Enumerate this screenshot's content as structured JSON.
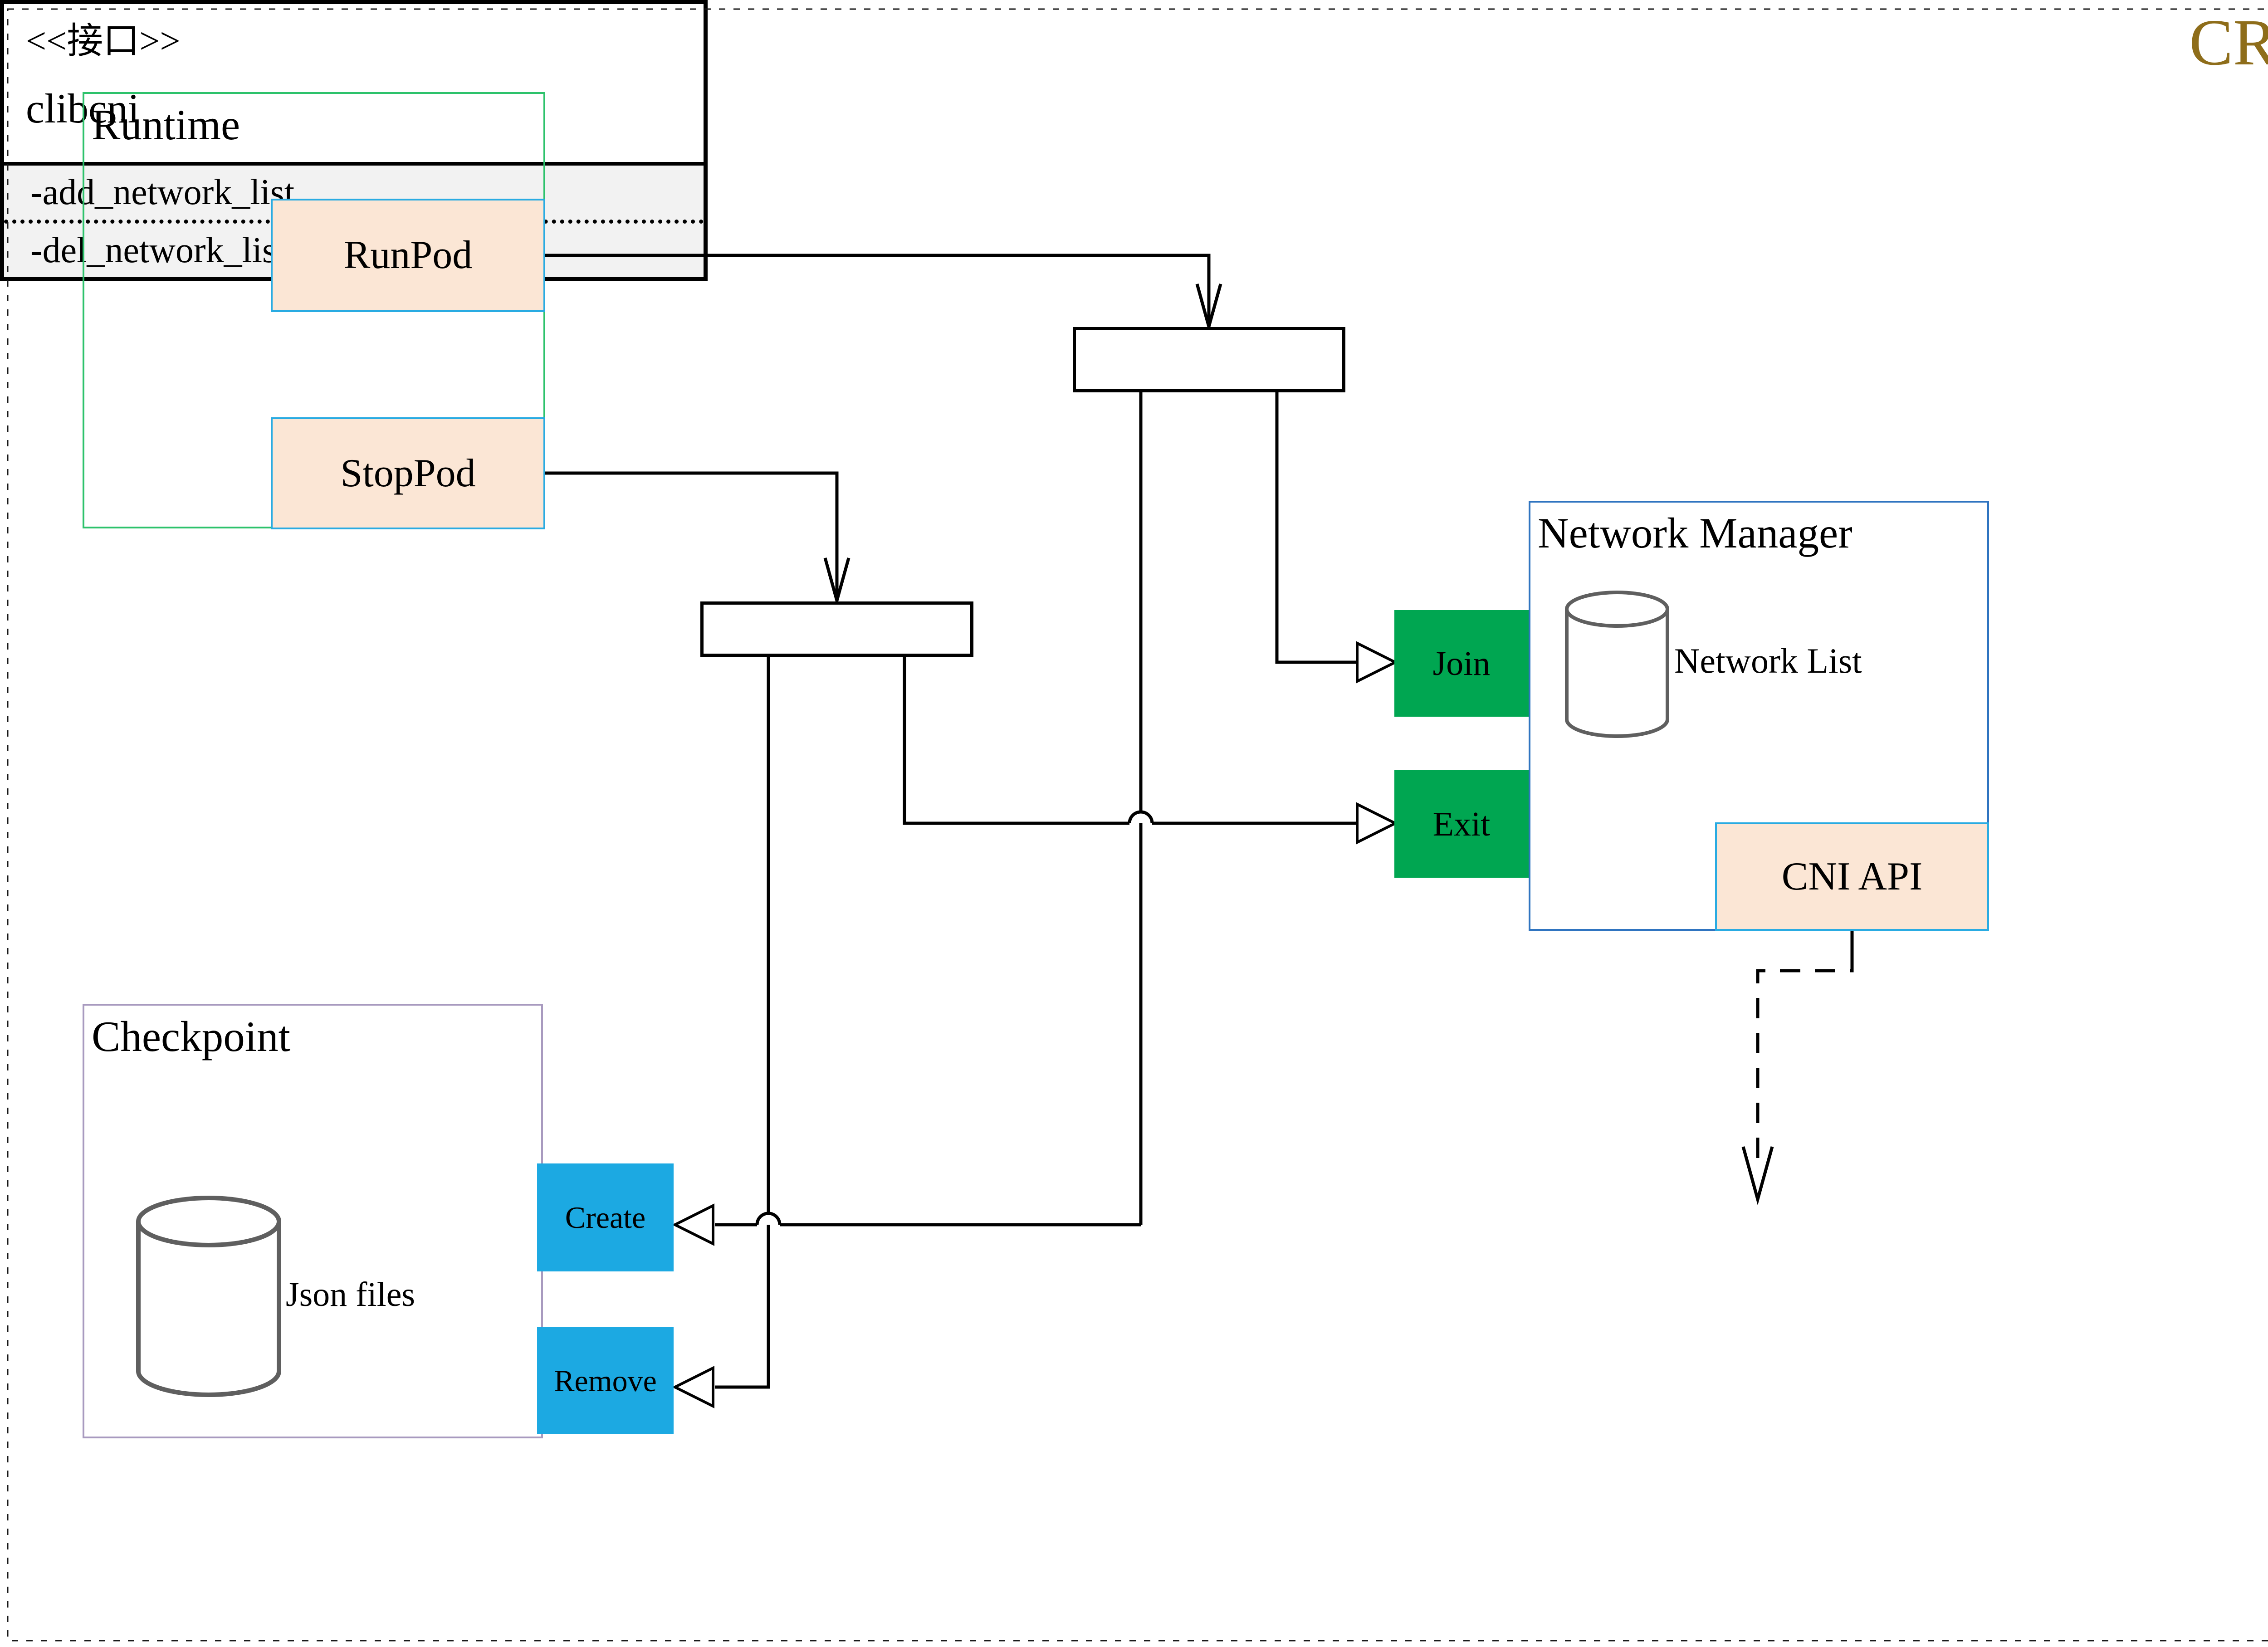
{
  "page": {
    "badge": "CRI"
  },
  "colors": {
    "green_action": "#00a651",
    "blue_action": "#1ca9e2",
    "peach_fill": "#fbe6d5",
    "peach_border": "#29abe2",
    "runtime_border": "#2dc26b",
    "network_manager_border": "#2f74c0",
    "checkpoint_border": "#a89abf",
    "cri_text": "#8e6d1a",
    "cylinder_stroke": "#5f5f5f",
    "interface_member_bg": "#f2f2f2"
  },
  "runtime": {
    "title": "Runtime",
    "run_pod_label": "RunPod",
    "stop_pod_label": "StopPod"
  },
  "network_manager": {
    "title": "Network Manager",
    "database_label": "Network List",
    "join_label": "Join",
    "exit_label": "Exit",
    "cni_api_label": "CNI API"
  },
  "checkpoint": {
    "title": "Checkpoint",
    "database_label": "Json files",
    "create_label": "Create",
    "remove_label": "Remove"
  },
  "interface_class": {
    "stereotype": "<<接口>>",
    "name": "clibcni",
    "members": [
      "-add_network_list",
      "-del_network_list"
    ]
  }
}
